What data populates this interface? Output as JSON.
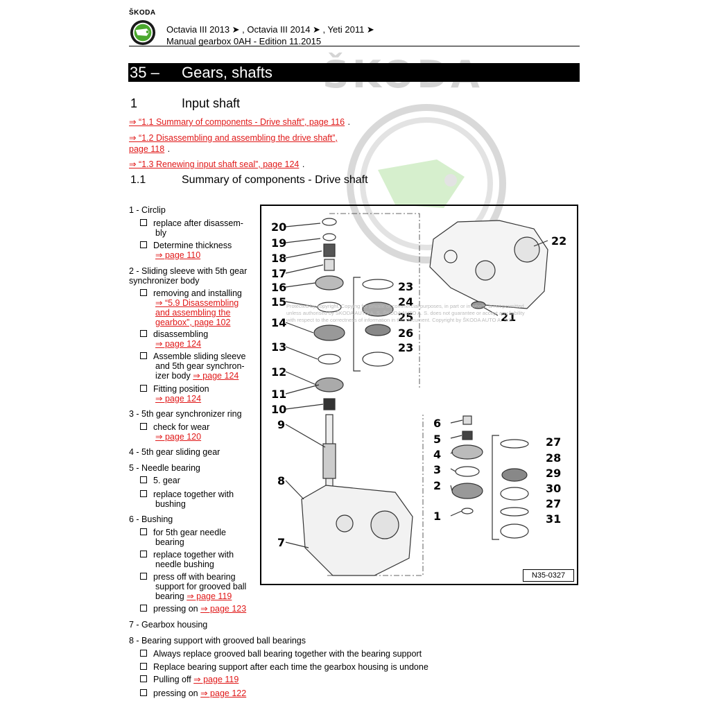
{
  "header": {
    "brand": "ŠKODA",
    "line1": "Octavia III 2013 ➤ , Octavia III 2014 ➤ , Yeti 2011 ➤",
    "line2": "Manual gearbox 0AH - Edition 11.2015"
  },
  "watermark": {
    "text": "ŠKODA"
  },
  "chapter": {
    "number": "35 –",
    "title": "Gears, shafts"
  },
  "section": {
    "number": "1",
    "title": "Input shaft"
  },
  "links": [
    {
      "text": "⇒ “1.1 Summary of components - Drive shaft”, page 116",
      "suffix": "."
    },
    {
      "text1": "⇒ “1.2 Disassembling and assembling the drive shaft”,",
      "text2": "page 118",
      "suffix": "."
    },
    {
      "text": "⇒ “1.3 Renewing input shaft seal”, page 124",
      "suffix": "."
    }
  ],
  "subsection": {
    "number": "1.1",
    "title": "Summary of components - Drive shaft"
  },
  "items": {
    "i1": {
      "title": "1 - Circlip",
      "s1a": "replace after disassem-",
      "s1b": "bly",
      "s2": "Determine thickness",
      "s2link": "⇒ page 110"
    },
    "i2": {
      "title_a": "2 - Sliding sleeve with 5th gear",
      "title_b": "synchronizer body",
      "s1": "removing and installing",
      "s1link_a": "⇒ “5.9 Disassembling",
      "s1link_b": "and assembling the",
      "s1link_c": "gearbox”, page 102",
      "s2": "disassembling",
      "s2link": "⇒ page 124",
      "s3a": "Assemble sliding sleeve",
      "s3b": "and 5th gear synchron-",
      "s3c": "izer body",
      "s3link": "⇒ page 124",
      "s4": "Fitting position",
      "s4link": "⇒ page 124"
    },
    "i3": {
      "title": "3 - 5th gear synchronizer ring",
      "s1": "check for wear",
      "s1link": "⇒ page 120"
    },
    "i4": {
      "title": "4 - 5th gear sliding gear"
    },
    "i5": {
      "title": "5 - Needle bearing",
      "s1": "5. gear",
      "s2a": "replace together with",
      "s2b": "bushing"
    },
    "i6": {
      "title": "6 - Bushing",
      "s1a": "for 5th gear needle",
      "s1b": "bearing",
      "s2a": "replace together with",
      "s2b": "needle bushing",
      "s3a": "press off with bearing",
      "s3b": "support for grooved ball",
      "s3c": "bearing",
      "s3link": "⇒ page 119",
      "s4": "pressing on",
      "s4link": "⇒ page 123"
    },
    "i7": {
      "title": "7 - Gearbox housing"
    },
    "i8": {
      "title": "8 - Bearing support with grooved ball bearings",
      "s1": "Always replace grooved ball bearing together with the bearing support",
      "s2": "Replace bearing support after each time the gearbox housing is undone",
      "s3": "Pulling off",
      "s3link": "⇒ page 119",
      "s4": "pressing on",
      "s4link": "⇒ page 122"
    }
  },
  "figure": {
    "code": "N35-0327",
    "callouts": [
      "20",
      "19",
      "18",
      "17",
      "16",
      "15",
      "14",
      "13",
      "12",
      "11",
      "10",
      "9",
      "8",
      "7",
      "22",
      "21",
      "23",
      "24",
      "25",
      "26",
      "23",
      "6",
      "5",
      "4",
      "3",
      "2",
      "1",
      "27",
      "28",
      "29",
      "30",
      "27",
      "31"
    ],
    "protection": [
      "Protected by copyright. Copying for private or commercial purposes, in part or in whole, is not permitted",
      "unless authorised by ŠKODA AUTO A. S. ŠKODA AUTO A. S. does not guarantee or accept any liability",
      "with respect to the correctness of information in this document. Copyright by ŠKODA AUTO A. S.®"
    ]
  },
  "colors": {
    "link": "#e01818",
    "logo_green": "#4ba82e",
    "title_bar": "#000000"
  }
}
